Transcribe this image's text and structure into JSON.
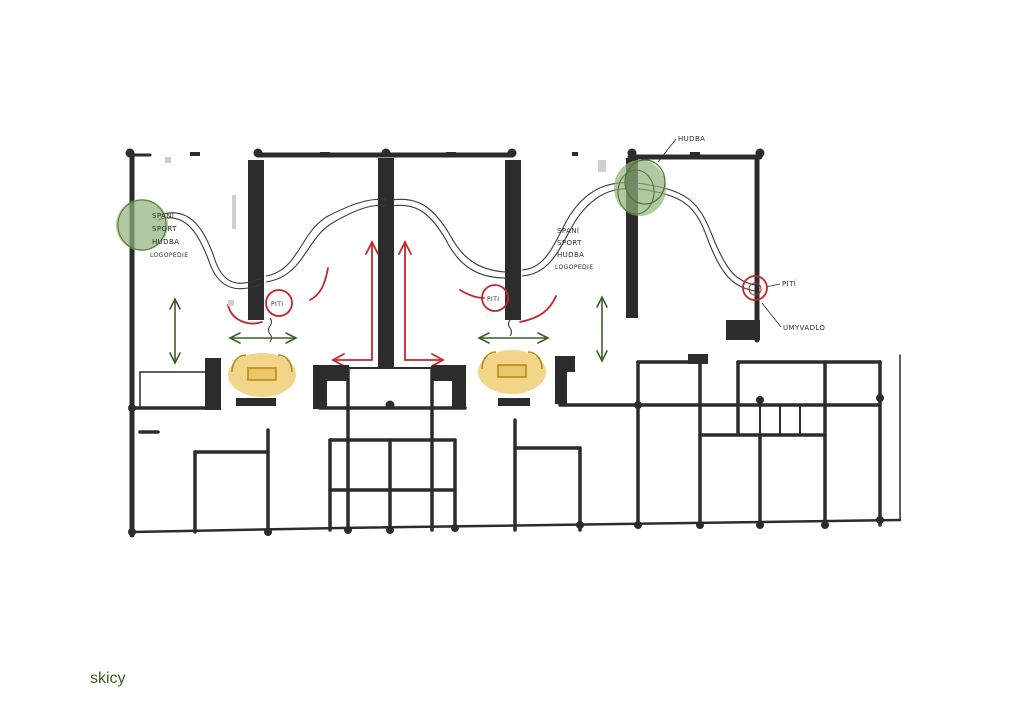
{
  "caption": "skicy",
  "labels": {
    "zone_left": [
      "SPANÍ",
      "SPORT",
      "HUDBA",
      "LOGOPEDIE"
    ],
    "zone_mid": [
      "SPANÍ",
      "SPORT",
      "HUDBA",
      "LOGOPEDIE"
    ],
    "piti_left": "PITI",
    "piti_mid": "PITI",
    "piti_right": "PITÍ",
    "hudba_right": "HUDBA",
    "umyvadlo": "UMYVADLO"
  },
  "colors": {
    "wall": "#2c2c2c",
    "circulation": "#3a3a3a",
    "accent_red": "#c0282b",
    "accent_green": "#4f7a32",
    "green_fill": "#8fb27a",
    "yellow_fill": "#f3d58a",
    "yellow_stroke": "#b88a1c",
    "caption": "#3d5a1f"
  }
}
